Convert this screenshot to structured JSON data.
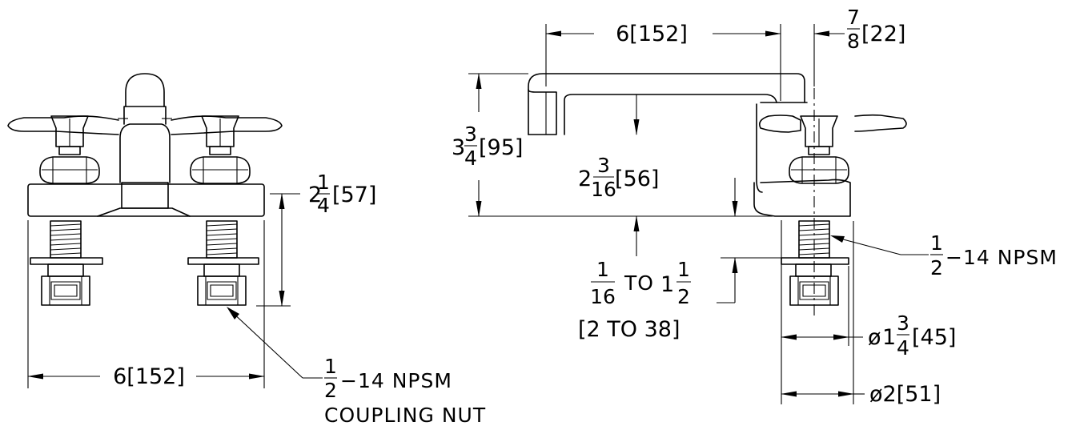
{
  "front_view": {
    "width_dimension": "6[152]",
    "shank_length": {
      "whole": "2",
      "num": "1",
      "den": "4",
      "metric": "[57]"
    },
    "coupling_thread": {
      "num": "1",
      "den": "2",
      "rest": "−14  NPSM"
    },
    "coupling_label": "COUPLING NUT"
  },
  "side_view": {
    "spout_reach": "6[152]",
    "spout_offset": {
      "num": "7",
      "den": "8",
      "metric": "[22]"
    },
    "overall_height": {
      "whole": "3",
      "num": "3",
      "den": "4",
      "metric": "[95]"
    },
    "spout_clearance": {
      "whole": "2",
      "num": "3",
      "den": "16",
      "metric": "[56]"
    },
    "deck_range": {
      "num1": "1",
      "den1": "16",
      "to": "TO",
      "whole2": "1",
      "num2": "1",
      "den2": "2",
      "metric": "[2 TO 38]"
    },
    "shank_thread": {
      "num": "1",
      "den": "2",
      "rest": "−14  NPSM"
    },
    "nut_diameter": {
      "symbol": "ø",
      "whole": "1",
      "num": "3",
      "den": "4",
      "metric": "[45]"
    },
    "flange_diameter": "ø2[51]"
  }
}
